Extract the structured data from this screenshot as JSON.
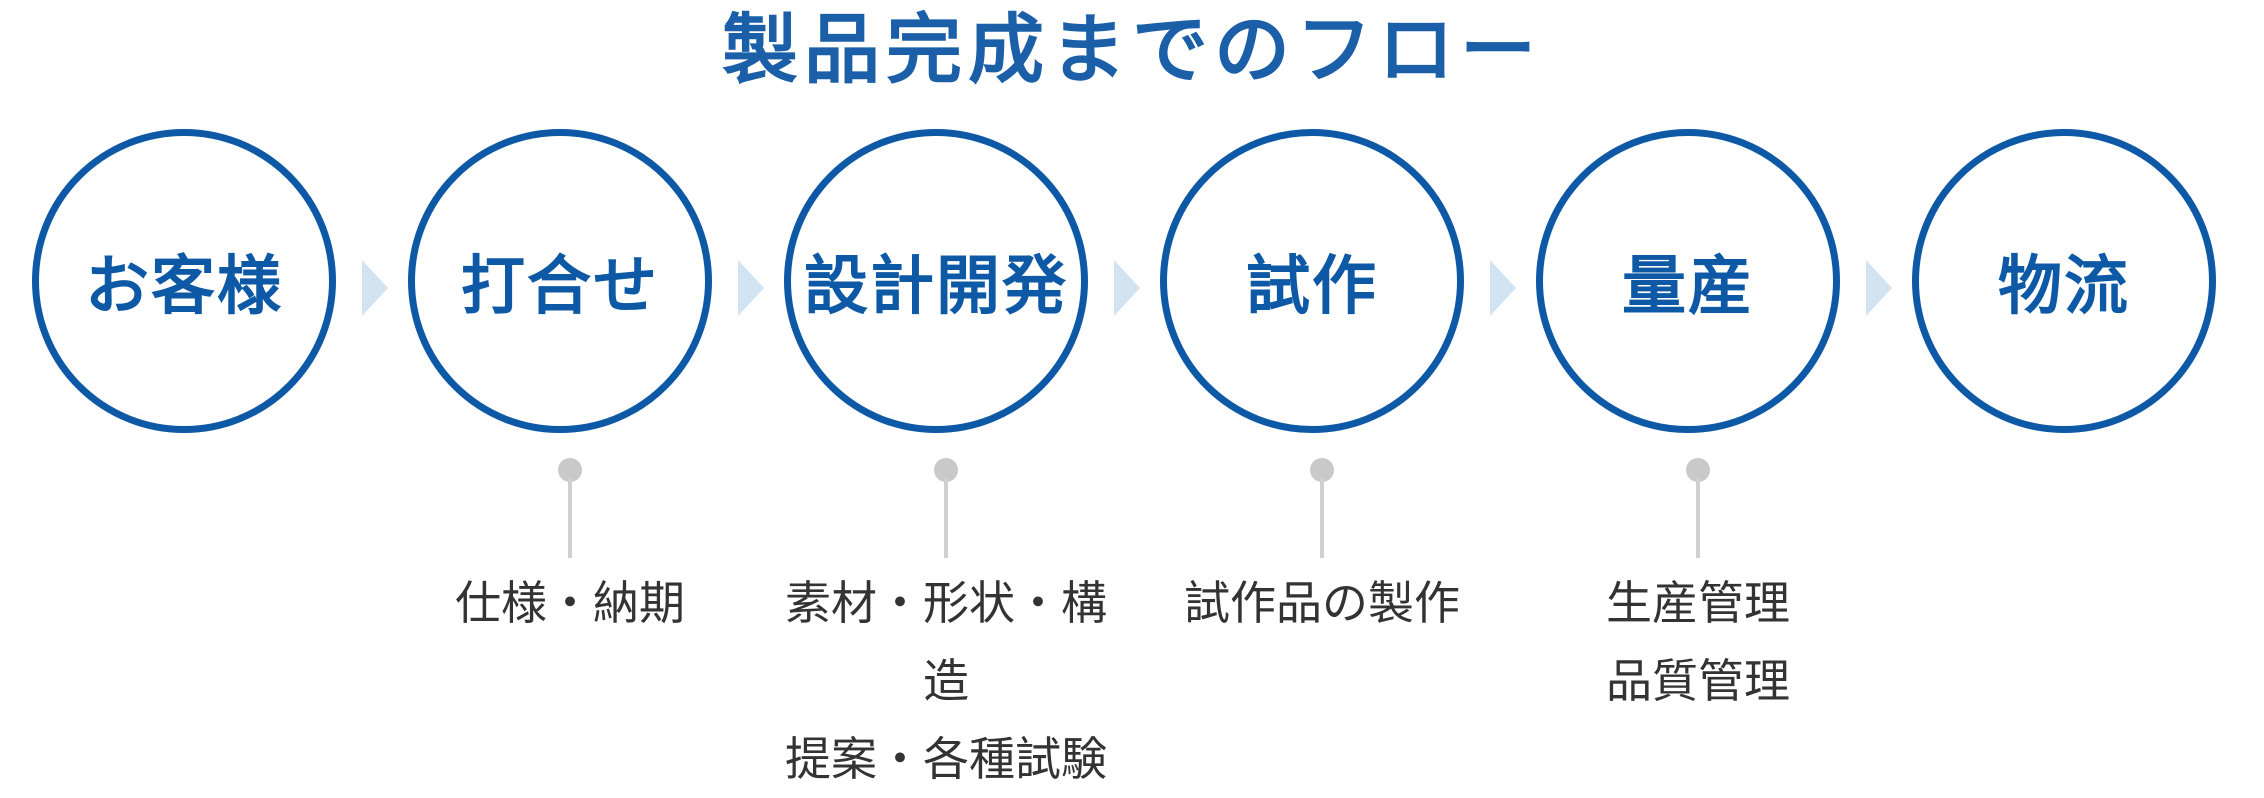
{
  "title": "製品完成までのフロー",
  "steps": [
    {
      "label": "お客様"
    },
    {
      "label": "打合せ"
    },
    {
      "label": "設計開発"
    },
    {
      "label": "試作"
    },
    {
      "label": "量産"
    },
    {
      "label": "物流"
    }
  ],
  "notes": {
    "meeting": [
      "仕様・納期"
    ],
    "design": [
      "素材・形状・構造",
      "提案・各種試験"
    ],
    "prototype": [
      "試作品の製作"
    ],
    "production": [
      "生産管理",
      "品質管理"
    ]
  },
  "colors": {
    "primary": "#0d59a6",
    "title": "#1a5fa8",
    "arrow": "#d2e3f1",
    "pin": "#c9c9c9",
    "note_text": "#333333"
  }
}
